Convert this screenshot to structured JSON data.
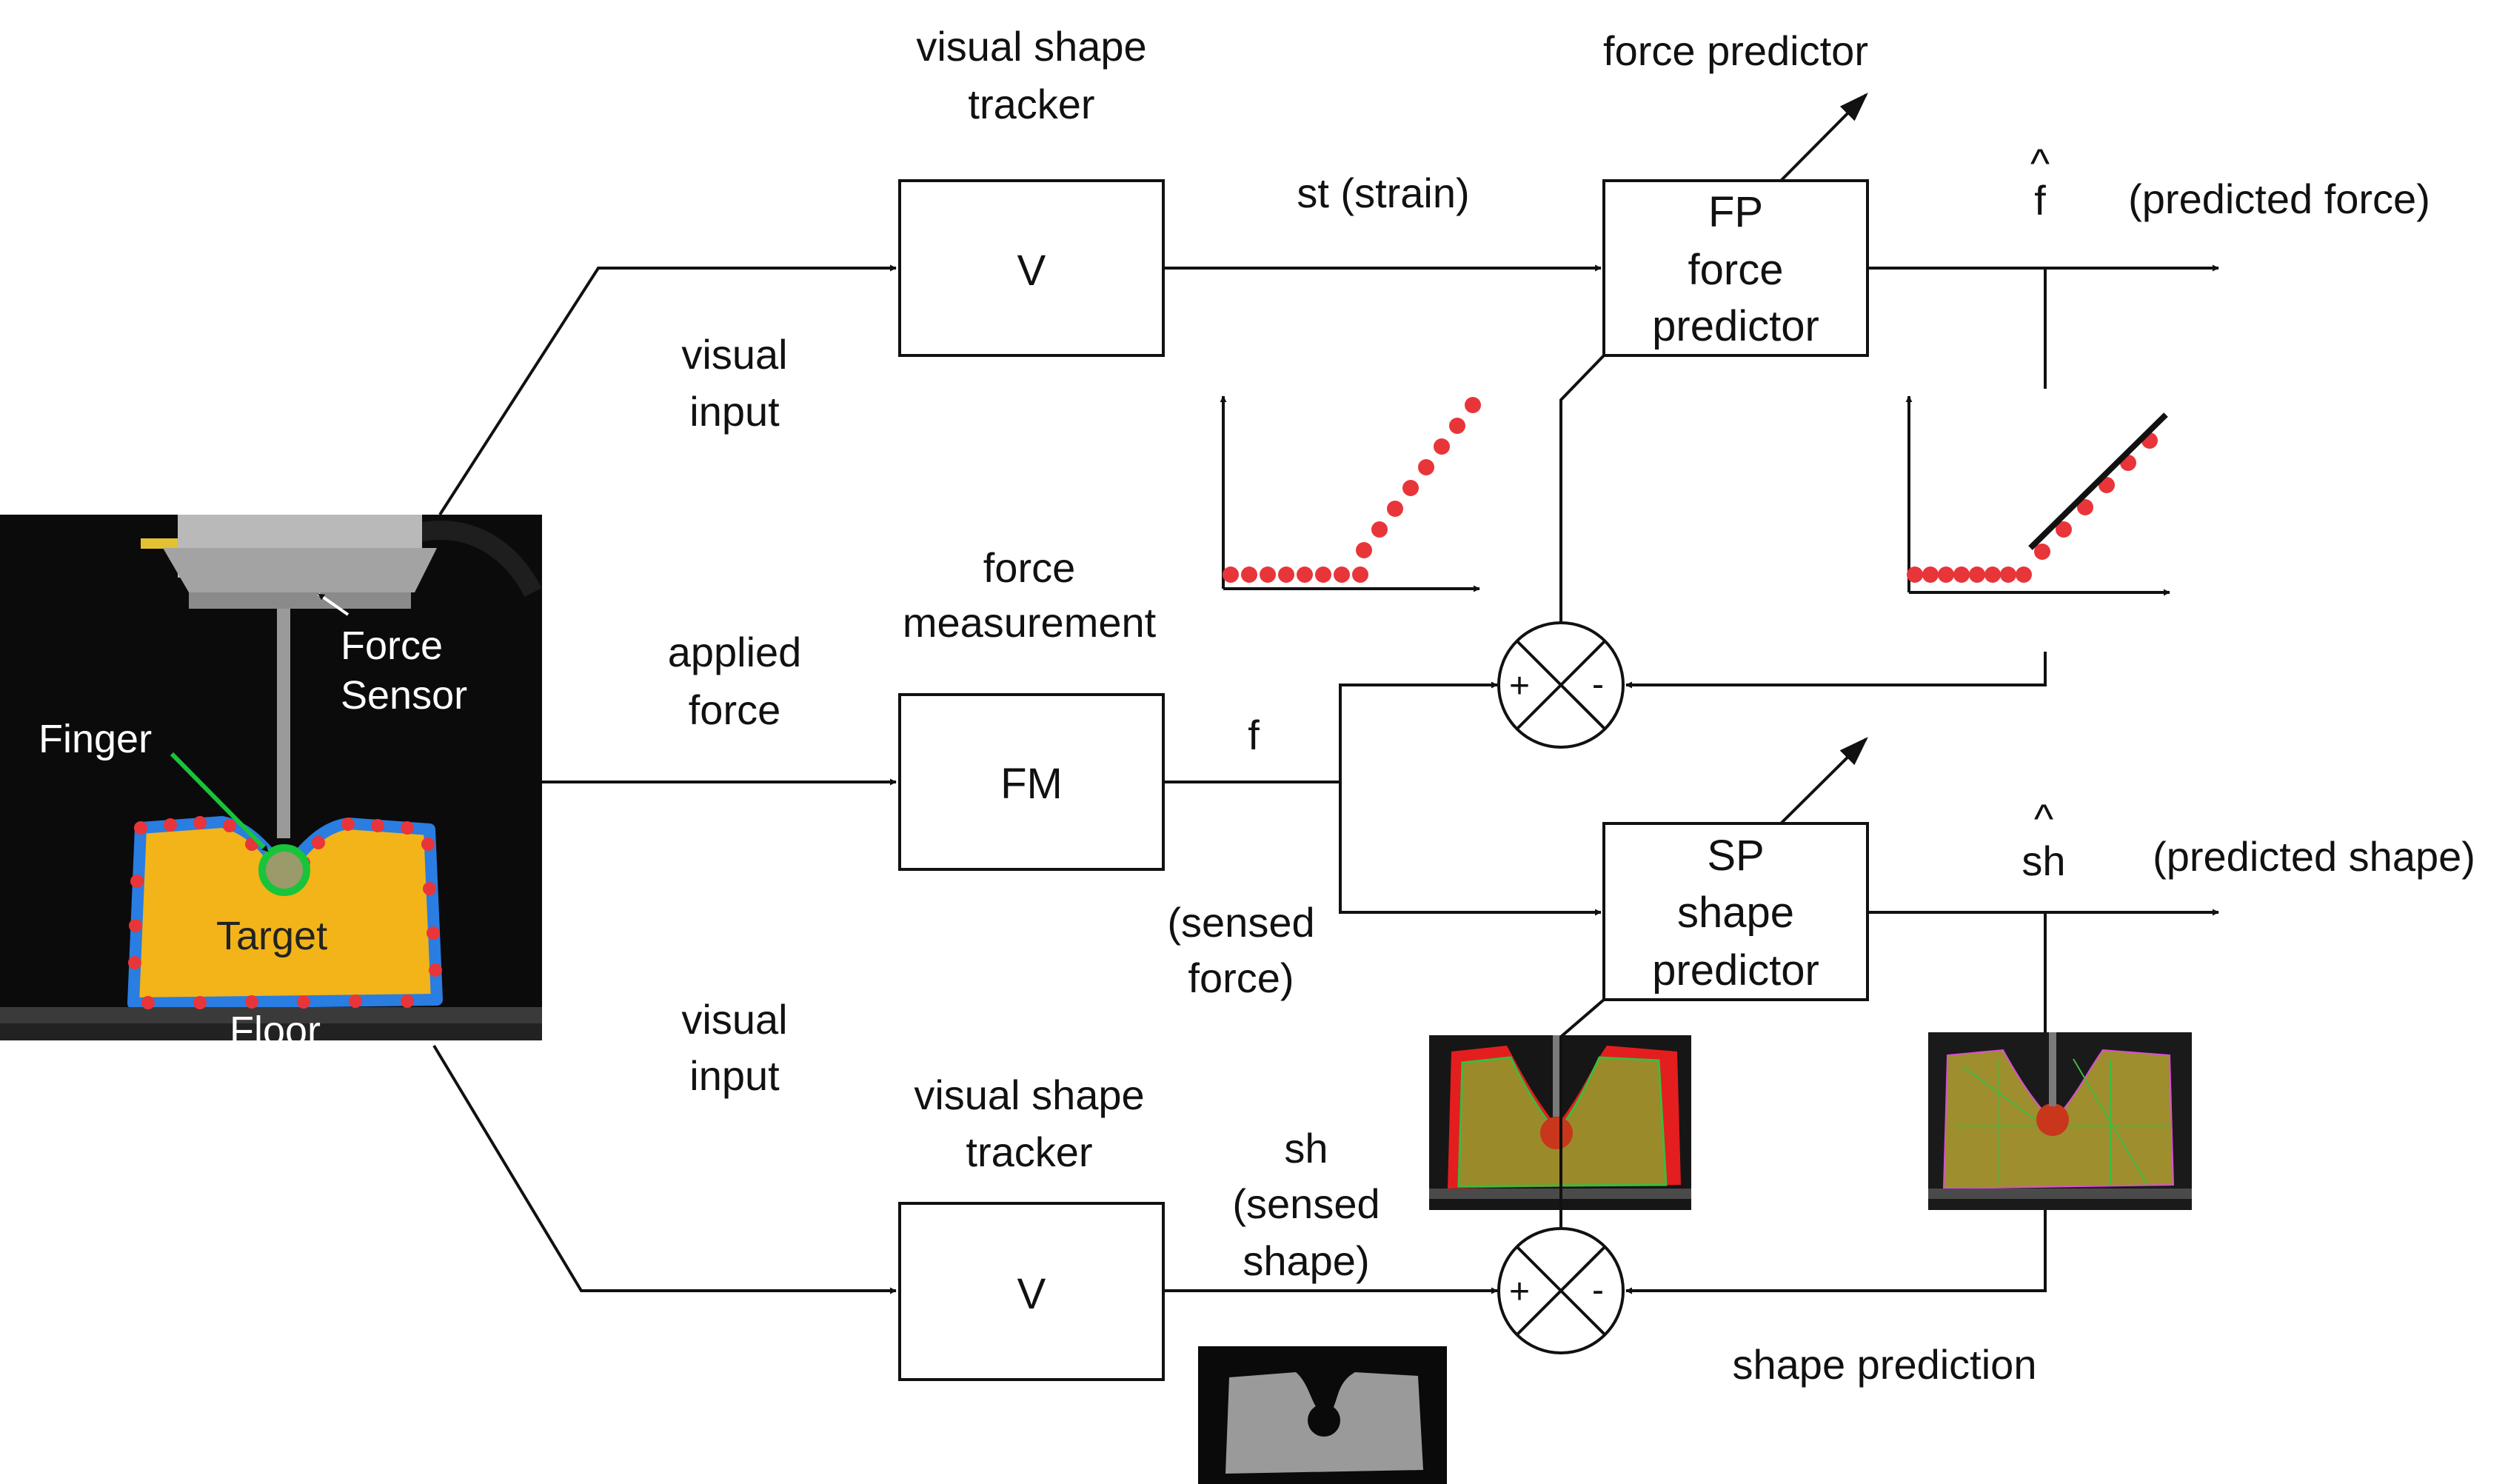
{
  "top_branch": {
    "tracker_title_line1": "visual shape",
    "tracker_title_line2": "tracker",
    "input_line1": "visual",
    "input_line2": "input",
    "box_label": "V",
    "signal_label": "st (strain)",
    "predictor_arrow_label": "force predictor",
    "predictor_box_line1": "FP",
    "predictor_box_line2": "force",
    "predictor_box_line3": "predictor",
    "output_symbol": "f",
    "output_hat": "^",
    "output_label": "(predicted force)"
  },
  "middle_branch": {
    "input_line1": "applied",
    "input_line2": "force",
    "measurement_line1": "force",
    "measurement_line2": "measurement",
    "box_label": "FM",
    "signal_label": "f",
    "sensed_line1": "(sensed",
    "sensed_line2": "force)"
  },
  "bottom_branch": {
    "input_line1": "visual",
    "input_line2": "input",
    "tracker_title_line1": "visual shape",
    "tracker_title_line2": "tracker",
    "box_label": "V",
    "signal_line1": "sh",
    "signal_line2": "(sensed",
    "signal_line3": "shape)",
    "predictor_box_line1": "SP",
    "predictor_box_line2": "shape",
    "predictor_box_line3": "predictor",
    "output_symbol": "sh",
    "output_hat": "^",
    "output_label": "(predicted shape)",
    "feedback_label": "shape prediction"
  },
  "comparators": {
    "plus": "+",
    "minus": "-"
  },
  "photo": {
    "force_sensor_line1": "Force",
    "force_sensor_line2": "Sensor",
    "finger": "Finger",
    "target": "Target",
    "floor": "Floor"
  },
  "colors": {
    "dot_red": "#e8353a",
    "foam_yellow": "#f2b418",
    "contour_blue": "#2a7de1",
    "finger_green": "#18c43a"
  }
}
